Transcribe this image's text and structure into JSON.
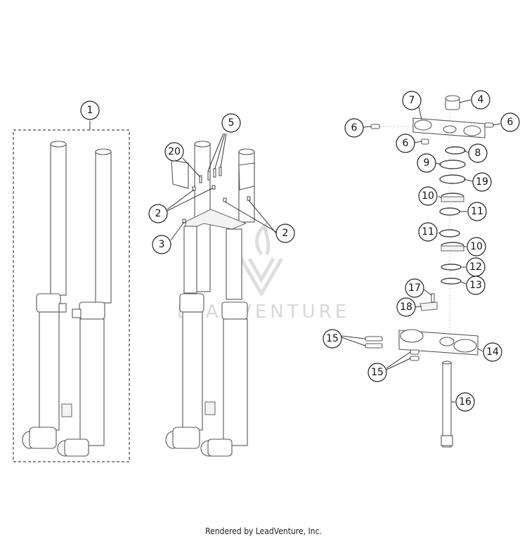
{
  "watermark": {
    "text": "LEADVENTURE"
  },
  "footer": {
    "text": "Rendered by LeadVenture, Inc."
  },
  "callouts": [
    {
      "id": "c1",
      "label": "1"
    },
    {
      "id": "c2a",
      "label": "2"
    },
    {
      "id": "c2b",
      "label": "2"
    },
    {
      "id": "c3",
      "label": "3"
    },
    {
      "id": "c4",
      "label": "4"
    },
    {
      "id": "c5",
      "label": "5"
    },
    {
      "id": "c6a",
      "label": "6"
    },
    {
      "id": "c6b",
      "label": "6"
    },
    {
      "id": "c6c",
      "label": "6"
    },
    {
      "id": "c7",
      "label": "7"
    },
    {
      "id": "c8",
      "label": "8"
    },
    {
      "id": "c9",
      "label": "9"
    },
    {
      "id": "c10a",
      "label": "10"
    },
    {
      "id": "c10b",
      "label": "10"
    },
    {
      "id": "c11a",
      "label": "11"
    },
    {
      "id": "c11b",
      "label": "11"
    },
    {
      "id": "c12",
      "label": "12"
    },
    {
      "id": "c13",
      "label": "13"
    },
    {
      "id": "c14",
      "label": "14"
    },
    {
      "id": "c15a",
      "label": "15"
    },
    {
      "id": "c15b",
      "label": "15"
    },
    {
      "id": "c16",
      "label": "16"
    },
    {
      "id": "c17",
      "label": "17"
    },
    {
      "id": "c18",
      "label": "18"
    },
    {
      "id": "c19",
      "label": "19"
    },
    {
      "id": "c20",
      "label": "20"
    }
  ]
}
